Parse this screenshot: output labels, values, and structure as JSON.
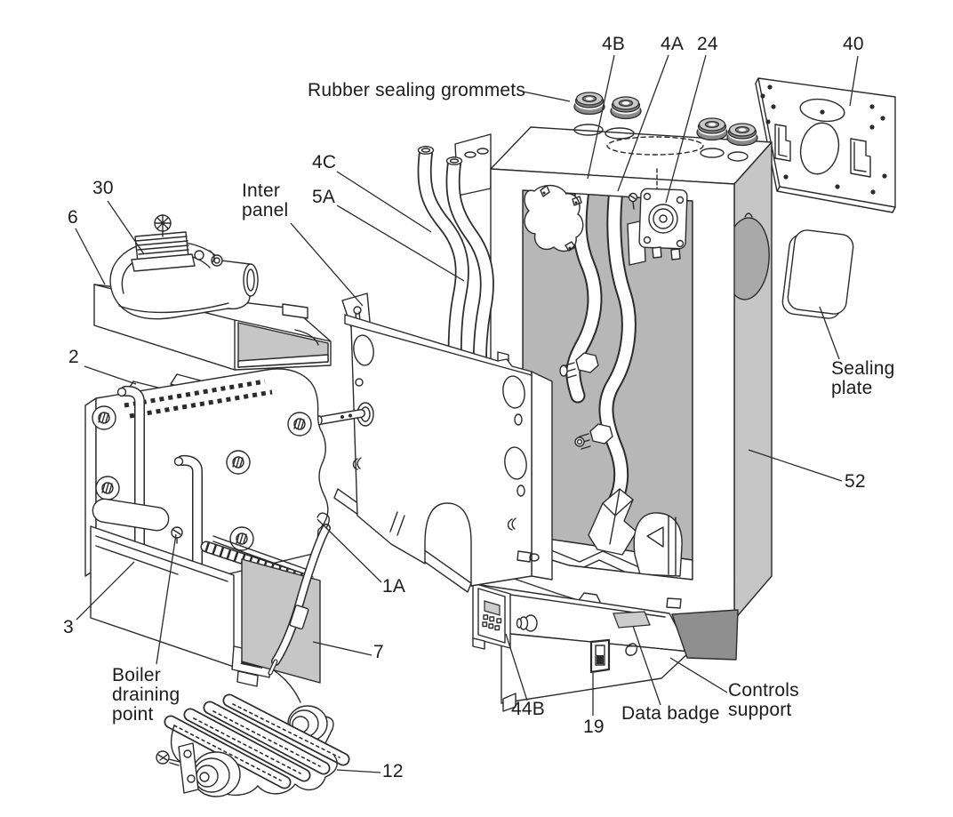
{
  "colors": {
    "line": "#2b2b2b",
    "background": "#ffffff",
    "interior_gray": "#b7b7b7",
    "side_gray": "#c6c6c6",
    "hole_gray": "#a9a9a9",
    "pedestal_gray": "#8f8f8f",
    "badge_gray": "#cccccc",
    "grommet_gray": "#8a8a8a",
    "grommet_top_gray": "#c9c9c9"
  },
  "labels": {
    "rubber_sealing_grommets": {
      "text": "Rubber sealing grommets"
    },
    "l4b": {
      "text": "4B"
    },
    "l4a": {
      "text": "4A"
    },
    "l24": {
      "text": "24"
    },
    "l40": {
      "text": "40"
    },
    "l4c": {
      "text": "4C"
    },
    "l5a": {
      "text": "5A"
    },
    "inter_panel": {
      "text": "Inter\npanel"
    },
    "l30": {
      "text": "30"
    },
    "l6": {
      "text": "6"
    },
    "l2": {
      "text": "2"
    },
    "sealing_plate": {
      "text": "Sealing\nplate"
    },
    "l52": {
      "text": "52"
    },
    "l1a": {
      "text": "1A"
    },
    "l3": {
      "text": "3"
    },
    "l7": {
      "text": "7"
    },
    "boiler_draining_point": {
      "text": "Boiler\ndraining\npoint"
    },
    "l44b": {
      "text": "44B"
    },
    "l19": {
      "text": "19"
    },
    "data_badge": {
      "text": "Data badge"
    },
    "controls_support": {
      "text": "Controls\nsupport"
    },
    "l12": {
      "text": "12"
    }
  }
}
